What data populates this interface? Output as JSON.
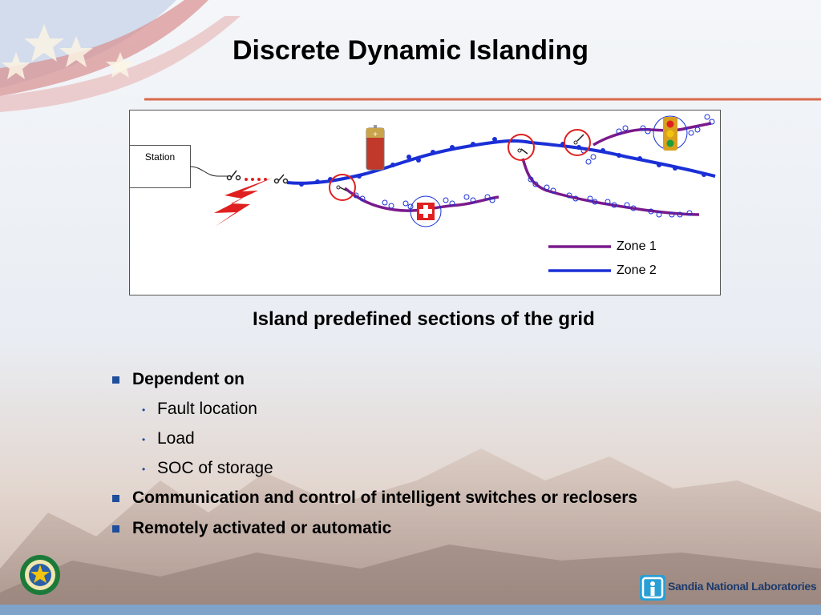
{
  "slide": {
    "title": "Discrete Dynamic Islanding",
    "subtitle": "Island predefined sections of the grid"
  },
  "diagram": {
    "station_label": "Station",
    "legend": [
      {
        "label": "Zone 1",
        "color": "#7a1a8c"
      },
      {
        "label": "Zone 2",
        "color": "#1a2fd6"
      }
    ],
    "icons": [
      "lightning-bolt-icon",
      "battery-icon",
      "hospital-cross-icon",
      "traffic-light-icon",
      "switch-icon"
    ]
  },
  "bullets": [
    {
      "text": "Dependent on",
      "level": 1
    },
    {
      "text": "Fault location",
      "level": 2
    },
    {
      "text": "Load",
      "level": 2
    },
    {
      "text": "SOC of storage",
      "level": 2
    },
    {
      "text": "Communication and control of intelligent switches or reclosers",
      "level": 1
    },
    {
      "text": "Remotely activated or automatic",
      "level": 1
    }
  ],
  "footer": {
    "org": "Sandia National Laboratories"
  },
  "colors": {
    "bullet_blue": "#1f4e9b",
    "header_red": "#c0392b",
    "zone1": "#7a1a8c",
    "zone2": "#1a2fd6",
    "fault_red": "#e02020"
  }
}
